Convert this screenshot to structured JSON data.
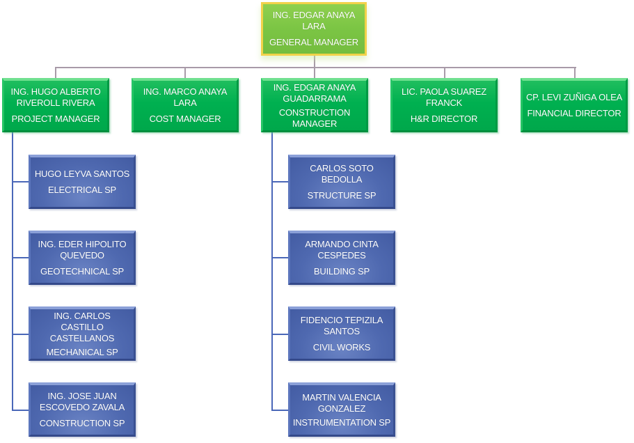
{
  "chart_title": "Organizational Chart",
  "colors": {
    "top_fill": "#7bc544",
    "top_border": "#f2d24a",
    "manager_fill": "#00b050",
    "specialist_fill": "#4f69b0",
    "connector_top": "#a89aa8",
    "connector_children": "#4a67b8",
    "text": "#ffffff"
  },
  "general_manager": {
    "name": "ING. EDGAR ANAYA LARA",
    "role": "GENERAL MANAGER"
  },
  "managers": [
    {
      "name": "ING. HUGO ALBERTO RIVEROLL RIVERA",
      "role": "PROJECT MANAGER",
      "reports": [
        {
          "name": "HUGO LEYVA SANTOS",
          "role": "ELECTRICAL SP"
        },
        {
          "name": "ING. EDER  HIPOLITO QUEVEDO",
          "role": "GEOTECHNICAL SP"
        },
        {
          "name": "ING. CARLOS CASTILLO CASTELLANOS",
          "role": "MECHANICAL SP"
        },
        {
          "name": "ING. JOSE JUAN ESCOVEDO ZAVALA",
          "role": "CONSTRUCTION SP"
        }
      ]
    },
    {
      "name": "ING. MARCO  ANAYA LARA",
      "role": "COST MANAGER",
      "reports": []
    },
    {
      "name": "ING. EDGAR ANAYA GUADARRAMA",
      "role": "CONSTRUCTION MANAGER",
      "reports": [
        {
          "name": "CARLOS SOTO BEDOLLA",
          "role": "STRUCTURE SP"
        },
        {
          "name": "ARMANDO CINTA CESPEDES",
          "role": "BUILDING SP"
        },
        {
          "name": "FIDENCIO TEPIZILA SANTOS",
          "role": "CIVIL WORKS"
        },
        {
          "name": "MARTIN VALENCIA GONZALEZ",
          "role": "INSTRUMENTATION SP"
        }
      ]
    },
    {
      "name": "LIC. PAOLA SUAREZ FRANCK",
      "role": "H&R DIRECTOR",
      "reports": []
    },
    {
      "name": "CP. LEVI ZUÑIGA OLEA",
      "role": "FINANCIAL DIRECTOR",
      "reports": []
    }
  ]
}
